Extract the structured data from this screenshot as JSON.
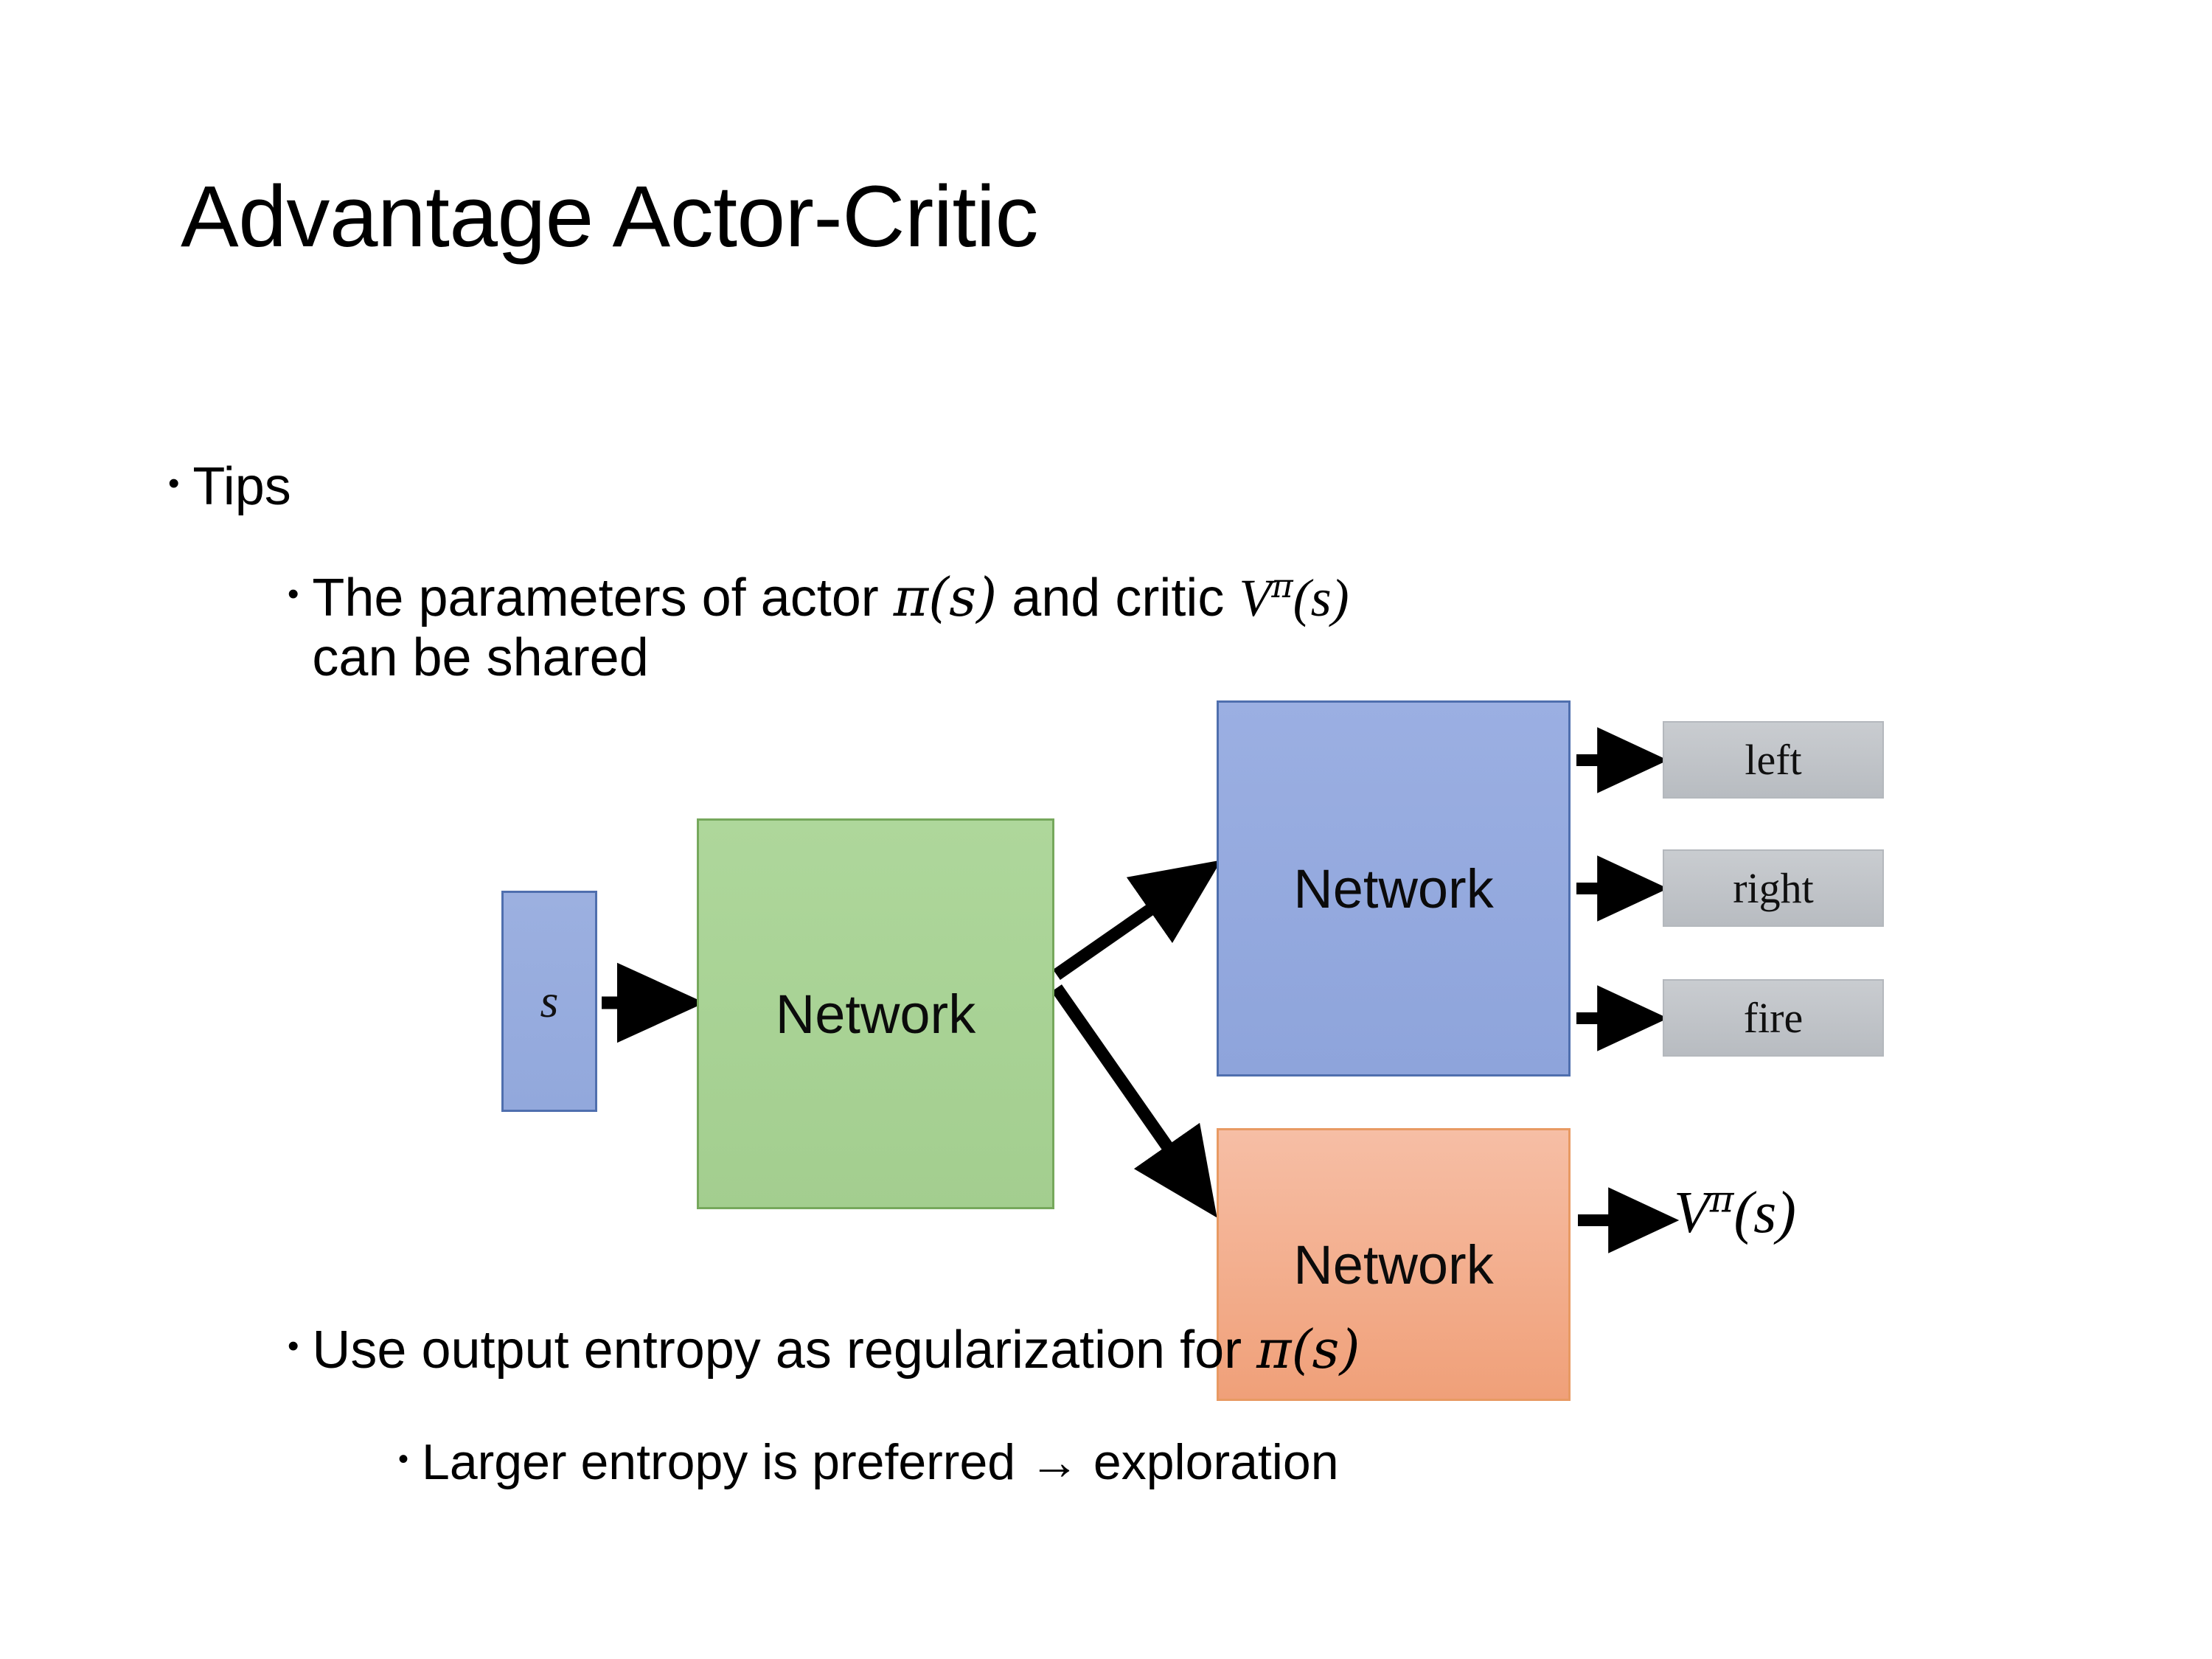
{
  "slide": {
    "title": "Advantage Actor-Critic",
    "background_color": "#FFFFFF"
  },
  "bullets": {
    "level1": {
      "marker": "•",
      "text": "Tips"
    },
    "level2_first": {
      "marker": "•",
      "line1_pre": "The parameters of actor ",
      "math_pi_s": "π(s)",
      "line1_mid": "  and critic ",
      "math_v": "V",
      "math_v_sup": "π",
      "math_v_arg": "(s)",
      "line2": "can be shared",
      "full_text": "The parameters of actor π(s)  and critic Vπ(s) can be shared"
    },
    "level2_second": {
      "marker": "•",
      "text_pre": "Use output entropy as regularization for ",
      "math_pi_s": "π(s)",
      "full_text": "Use output entropy as regularization for π(s)"
    },
    "level3": {
      "marker": "•",
      "text": "Larger entropy is preferred → exploration"
    }
  },
  "diagram": {
    "input_node": {
      "label": "s",
      "fill": "#95A9DE",
      "border": "#4F6FAE"
    },
    "shared_node": {
      "label": "Network",
      "fill": "#A9D18E",
      "border": "#76A85C"
    },
    "actor_node": {
      "label": "Network",
      "fill": "#95A9DE",
      "border": "#4F6FAE"
    },
    "critic_node": {
      "label": "Network",
      "fill": "#F4B183",
      "border": "#E89A63"
    },
    "actions": [
      {
        "label": "left",
        "fill": "#C0C4C8"
      },
      {
        "label": "right",
        "fill": "#C0C4C8"
      },
      {
        "label": "fire",
        "fill": "#C0C4C8"
      }
    ],
    "critic_output": {
      "symbol": "V",
      "superscript": "π",
      "argument": "(s)"
    },
    "arrow_color": "#000000"
  }
}
